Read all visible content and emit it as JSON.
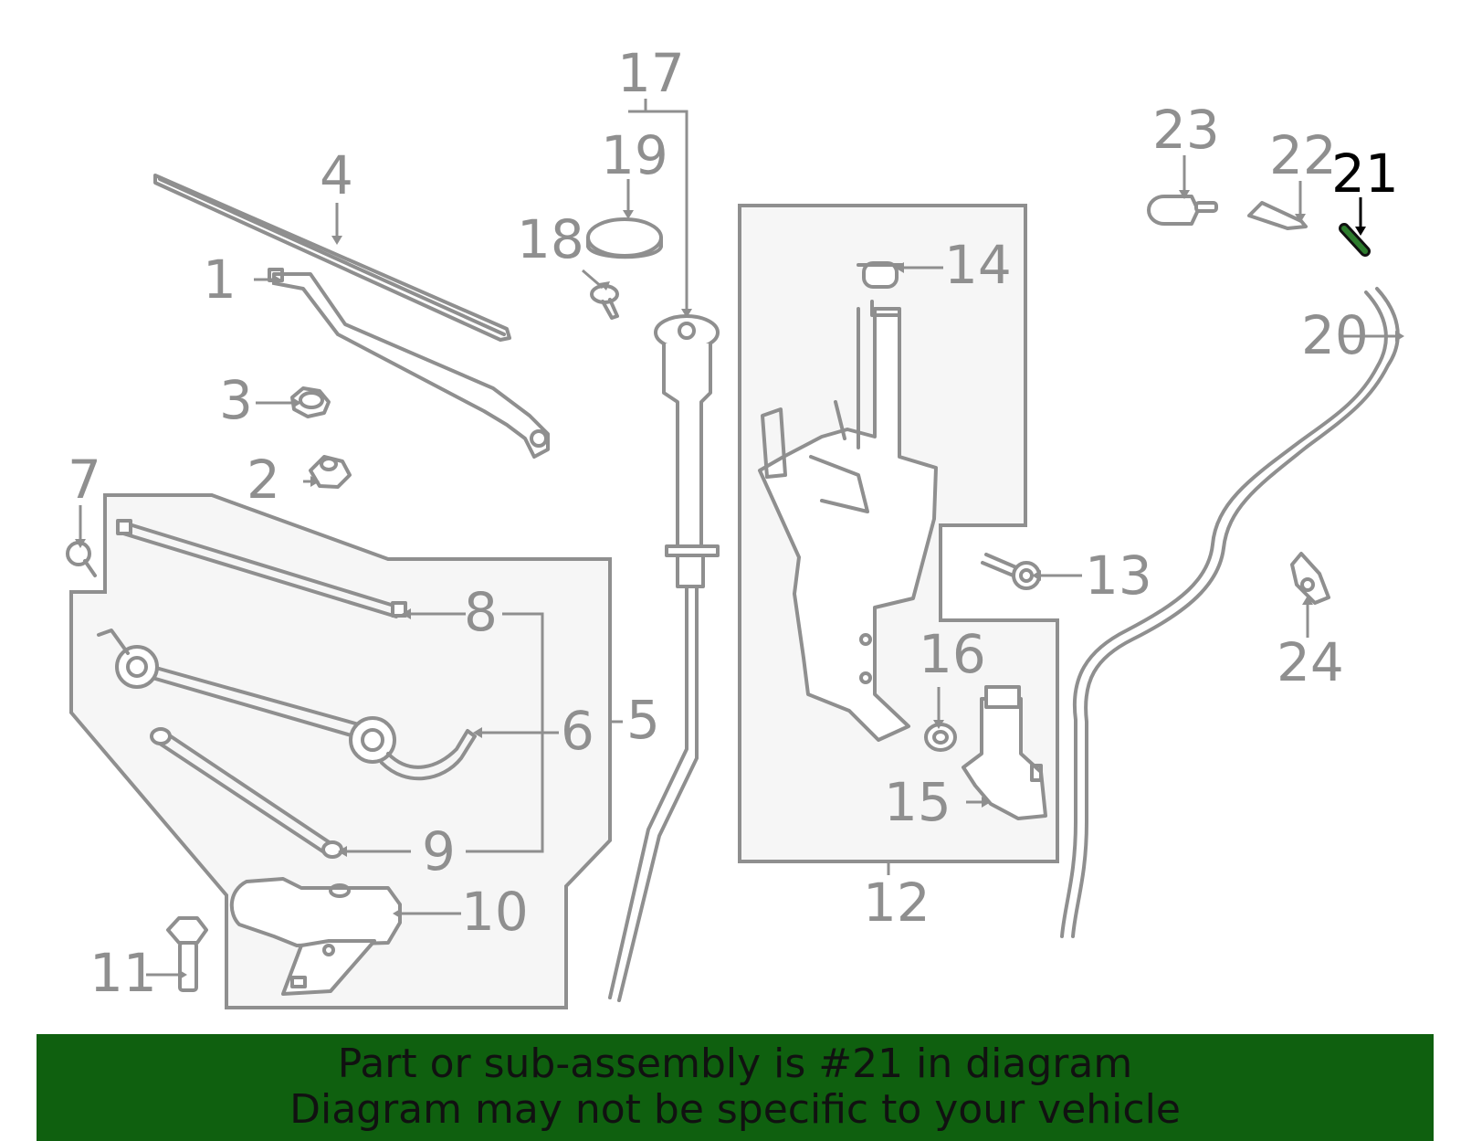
{
  "diagram": {
    "highlight": "21",
    "highlight_color": "#2e7d2e",
    "line_color": "#8f8f8f",
    "labels": [
      "1",
      "2",
      "3",
      "4",
      "5",
      "6",
      "7",
      "8",
      "9",
      "10",
      "11",
      "12",
      "13",
      "14",
      "15",
      "16",
      "17",
      "18",
      "19",
      "20",
      "21",
      "22",
      "23",
      "24"
    ]
  },
  "banner": {
    "line1": "Part or sub-assembly is #21 in diagram",
    "line2": "Diagram may not be specific to your vehicle",
    "background": "#0f600f"
  }
}
